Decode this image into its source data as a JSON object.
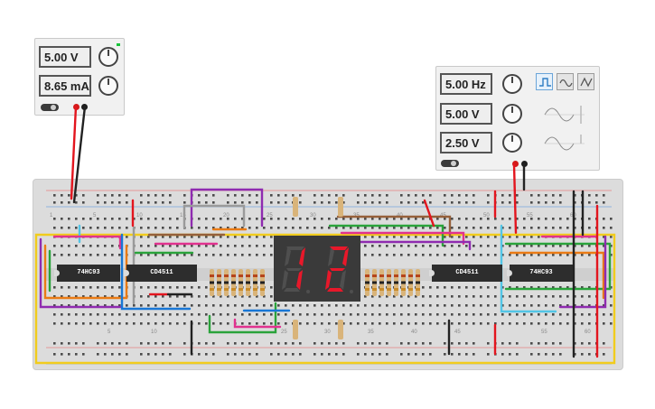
{
  "power_supply": {
    "voltage": "5.00 V",
    "current": "8.65 mA",
    "indicator_color": "#19c33a",
    "output_on": true
  },
  "function_generator": {
    "frequency": "5.00 Hz",
    "amplitude": "5.00 V",
    "dc_offset": "2.50 V",
    "waveforms": [
      "square",
      "triangle",
      "sine"
    ],
    "selected_waveform": "square",
    "output_on": true
  },
  "chips": [
    {
      "label": "74HC93"
    },
    {
      "label": "CD4511"
    },
    {
      "label": "CD4511"
    },
    {
      "label": "74HC93"
    }
  ],
  "displays": [
    {
      "digit": "1"
    },
    {
      "digit": "2"
    }
  ],
  "row_numbers_top": [
    "1",
    "5",
    "10",
    "15",
    "20",
    "25",
    "30",
    "35",
    "40",
    "45",
    "50",
    "55",
    "60"
  ],
  "row_numbers_bottom": [
    "5",
    "10",
    "25",
    "30",
    "35",
    "40",
    "45",
    "55",
    "60"
  ],
  "colors": {
    "segment_on": "#e8182a",
    "segment_off": "#4f4f4f",
    "wire_red": "#e3151e",
    "wire_black": "#222222",
    "wire_yellow": "#f1cc1d",
    "wire_purple": "#8f2bb0",
    "wire_orange": "#ea7b15",
    "wire_green": "#2aa33b",
    "wire_blue": "#1877d6",
    "wire_cyan": "#52c5e6",
    "wire_magenta": "#e1328f",
    "wire_brown": "#96603a",
    "wire_gray": "#9a9a9a"
  }
}
